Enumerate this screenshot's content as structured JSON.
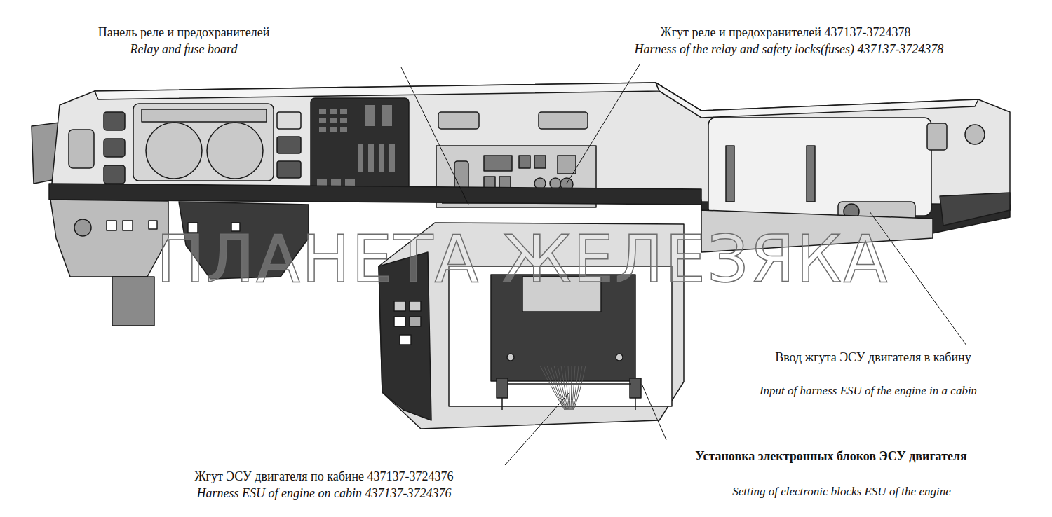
{
  "diagram": {
    "labels": [
      "Панель реле и предохранителей",
      "Relay and fuse board",
      "Жгут реле и предохранителей 437137-3724378",
      "Harness of the relay and safety locks(fuses) 437137-3724378",
      "Ввод жгута ЭСУ двигателя в кабину",
      "Input of harness ESU of the engine in a cabin",
      "Установка электронных блоков ЭСУ двигателя",
      "Setting of electronic blocks ESU of the engine",
      "Жгут ЭСУ двигателя по кабине 437137-3724376",
      "Harness ESU of engine on cabin 437137-3724376",
      "ПЛАНЕТА ЖЕЛЕЗЯКА"
    ]
  }
}
